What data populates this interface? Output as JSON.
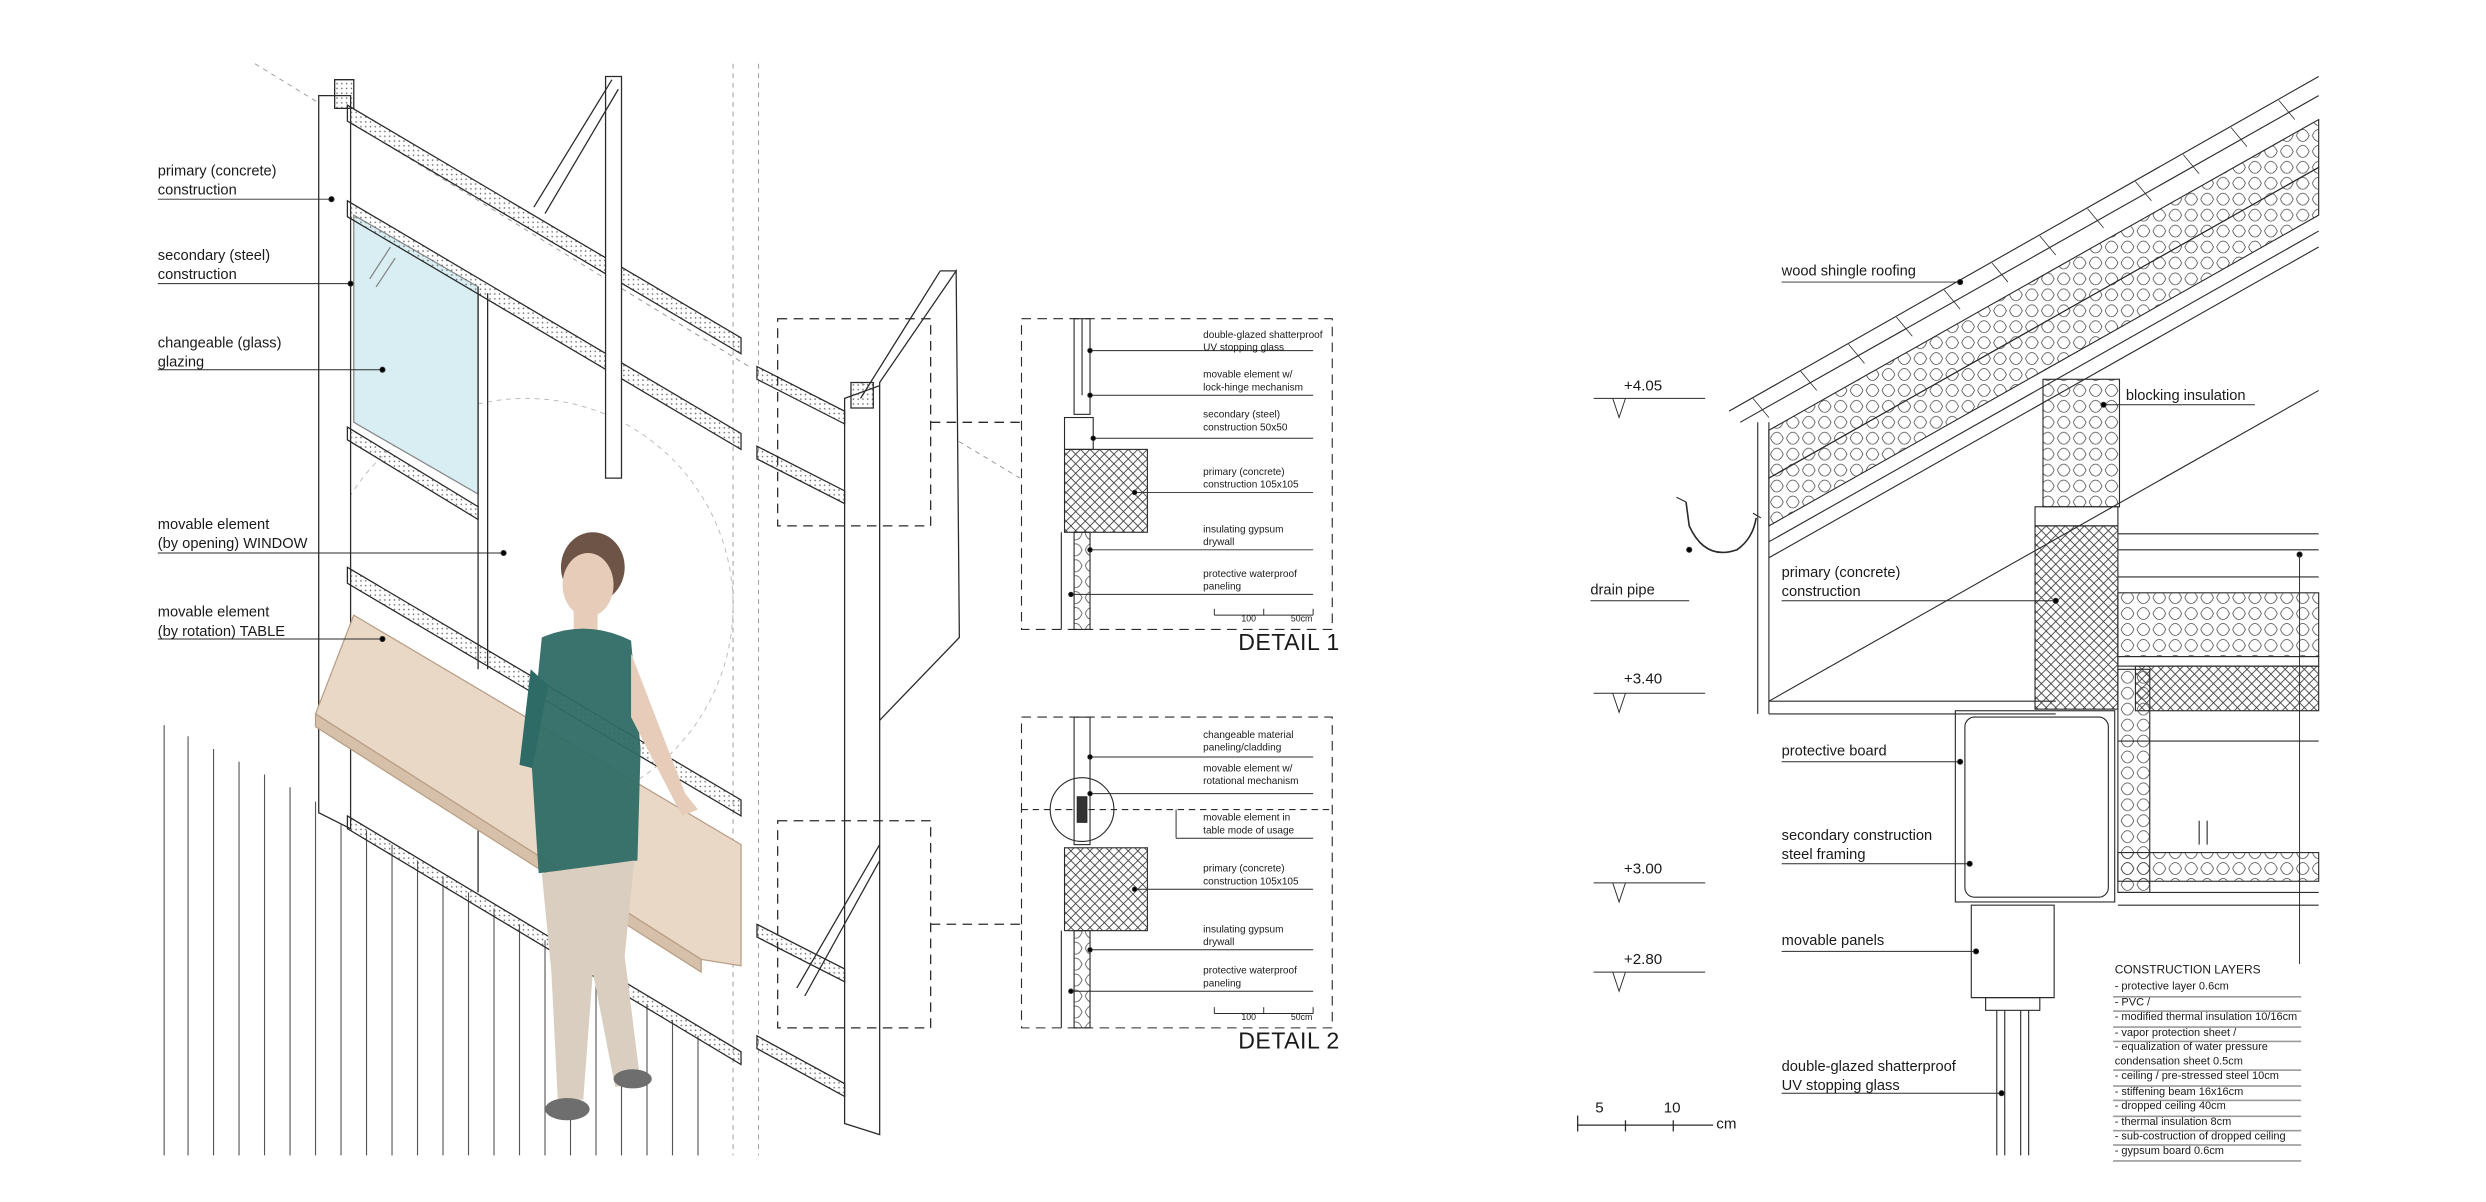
{
  "axonometric": {
    "labels": [
      "primary (concrete)\nconstruction",
      "secondary (steel)\nconstruction",
      "changeable (glass)\nglazing",
      "movable element\n(by opening) WINDOW",
      "movable element\n(by rotation) TABLE"
    ]
  },
  "detail1": {
    "title": "DETAIL 1",
    "labels": [
      "double-glazed shatterproof\nUV stopping glass",
      "movable element w/\nlock-hinge mechanism",
      "secondary (steel)\nconstruction 50x50",
      "primary (concrete)\nconstruction 105x105",
      "insulating gypsum\ndrywall",
      "protective waterproof\npaneling"
    ],
    "scale": [
      "100",
      "50cm"
    ]
  },
  "detail2": {
    "title": "DETAIL 2",
    "labels": [
      "changeable material\npaneling/cladding",
      "movable element w/\nrotational mechanism",
      "movable element in\ntable mode of usage",
      "primary (concrete)\nconstruction 105x105",
      "insulating gypsum\ndrywall",
      "protective waterproof\npaneling"
    ],
    "scale": [
      "100",
      "50cm"
    ]
  },
  "section": {
    "labels": [
      "wood shingle roofing",
      "blocking insulation",
      "drain pipe",
      "primary (concrete)\nconstruction",
      "protective board",
      "secondary construction\nsteel framing",
      "movable panels",
      "double-glazed shatterproof\nUV stopping glass"
    ],
    "levels": [
      "+4.05",
      "+3.40",
      "+3.00",
      "+2.80"
    ],
    "scale": [
      "5",
      "10",
      "cm"
    ],
    "layers_title": "CONSTRUCTION LAYERS",
    "layers": [
      "- protective layer 0.6cm",
      "- PVC /",
      "- modified thermal insulation 10/16cm",
      "- vapor protection sheet /",
      "- equalization of water pressure\ncondensation sheet 0.5cm",
      "- ceiling / pre-stressed steel 10cm",
      "- stiffening beam 16x16cm",
      "- dropped ceiling 40cm",
      "- thermal insulation 8cm",
      "- sub-costruction of dropped ceiling",
      "- gypsum board 0.6cm"
    ]
  },
  "colors": {
    "line": "#2a2a2a",
    "glass": "#d8eef3",
    "wood": "#ead8c6",
    "shirt": "#2f6b66",
    "skin": "#e7cdb9",
    "hair": "#6e5446",
    "pants": "#d9cebf"
  }
}
